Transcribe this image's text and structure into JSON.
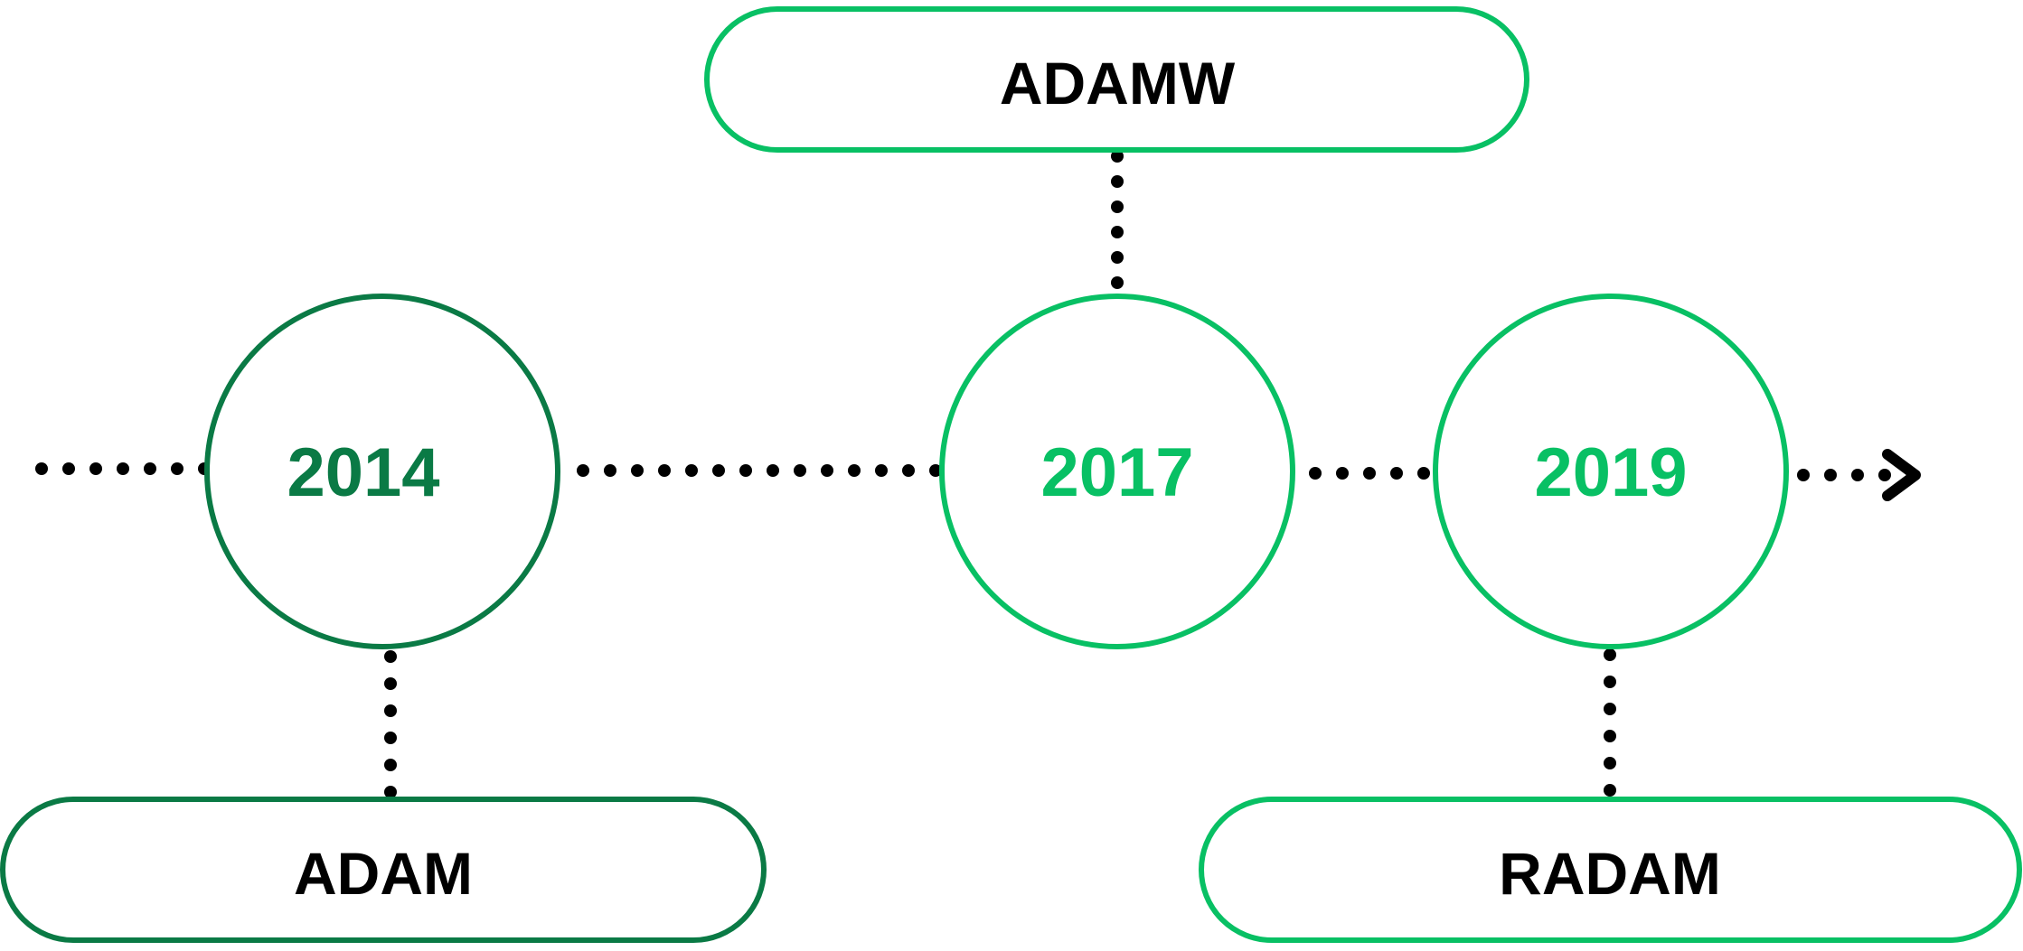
{
  "colors": {
    "dark_green": "#0a7a45",
    "bright_green": "#08c064",
    "dots": "#000000",
    "text": "#000000"
  },
  "milestones": [
    {
      "year": "2014",
      "label": "ADAM",
      "label_position": "below",
      "color": "#0a7a45"
    },
    {
      "year": "2017",
      "label": "ADAMW",
      "label_position": "above",
      "color": "#08c064"
    },
    {
      "year": "2019",
      "label": "RADAM",
      "label_position": "below",
      "color": "#08c064"
    }
  ],
  "arrow_icon": "chevron-right-icon"
}
